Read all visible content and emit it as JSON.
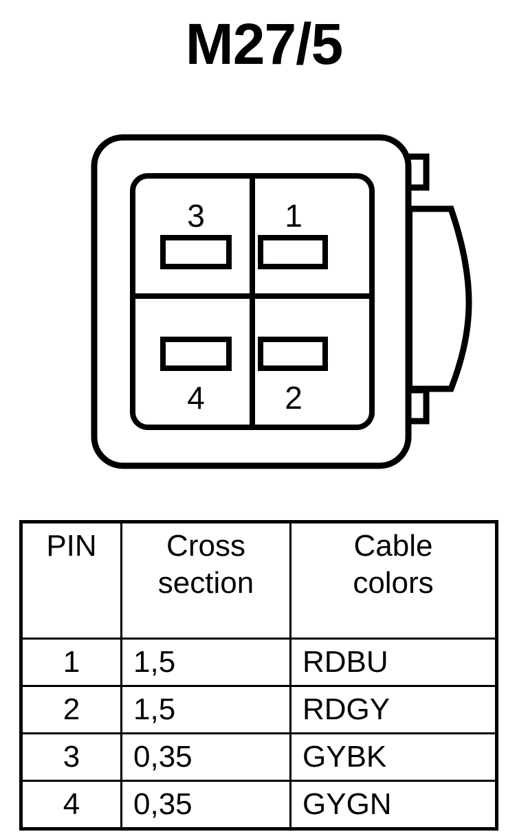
{
  "title": "M27/5",
  "connector": {
    "name": "4-way-connector-front-view",
    "cavities": [
      {
        "id": "cavity-3",
        "pin_label": "3",
        "position": "top-left"
      },
      {
        "id": "cavity-1",
        "pin_label": "1",
        "position": "top-right"
      },
      {
        "id": "cavity-4",
        "pin_label": "4",
        "position": "bottom-left"
      },
      {
        "id": "cavity-2",
        "pin_label": "2",
        "position": "bottom-right"
      }
    ],
    "latch": {
      "name": "side-latch",
      "tabs": 2
    },
    "line_color": "#000000",
    "fill_color": "#ffffff"
  },
  "table": {
    "headers": {
      "pin": [
        "PIN"
      ],
      "cross_section": [
        "Cross",
        "section"
      ],
      "cable_colors": [
        "Cable",
        "colors"
      ]
    },
    "rows": [
      {
        "pin": "1",
        "cross_section": "1,5",
        "cable_colors": "RDBU"
      },
      {
        "pin": "2",
        "cross_section": "1,5",
        "cable_colors": "RDGY"
      },
      {
        "pin": "3",
        "cross_section": "0,35",
        "cable_colors": "GYBK"
      },
      {
        "pin": "4",
        "cross_section": "0,35",
        "cable_colors": "GYGN"
      }
    ]
  }
}
